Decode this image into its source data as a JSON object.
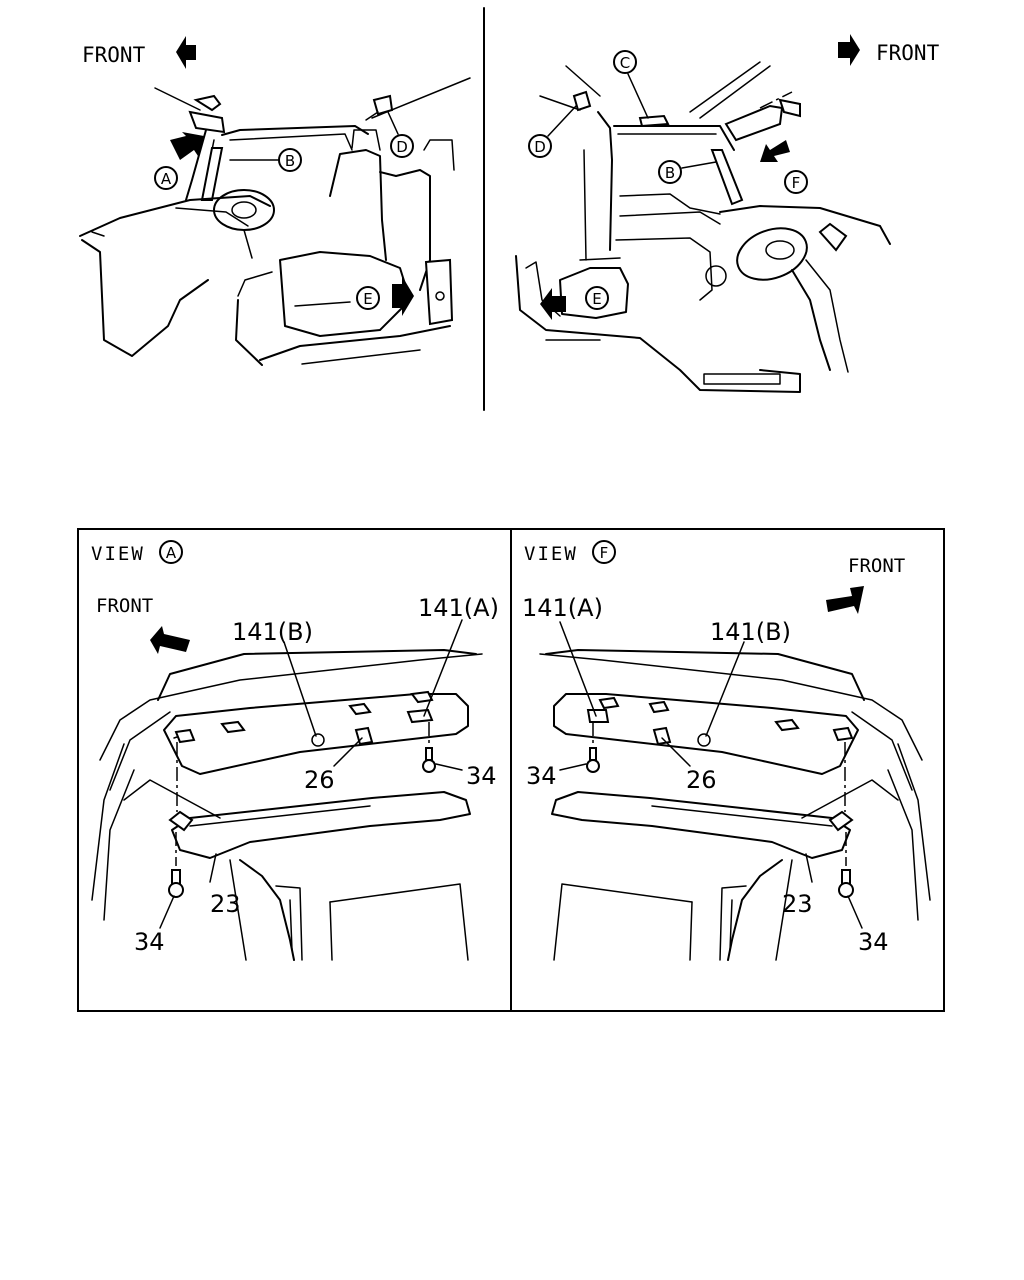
{
  "top_left": {
    "front_label": "FRONT",
    "callouts": [
      "A",
      "B",
      "D",
      "E"
    ]
  },
  "top_right": {
    "front_label": "FRONT",
    "callouts": [
      "C",
      "D",
      "B",
      "F",
      "E"
    ]
  },
  "view_a": {
    "title": "VIEW",
    "title_circle": "A",
    "front_label": "FRONT",
    "parts": {
      "p141a": "141(A)",
      "p141b": "141(B)",
      "p26": "26",
      "p34_upper": "34",
      "p34_lower": "34",
      "p23": "23"
    }
  },
  "view_f": {
    "title": "VIEW",
    "title_circle": "F",
    "front_label": "FRONT",
    "parts": {
      "p141a": "141(A)",
      "p141b": "141(B)",
      "p26": "26",
      "p34_upper": "34",
      "p34_lower": "34",
      "p23": "23"
    }
  }
}
